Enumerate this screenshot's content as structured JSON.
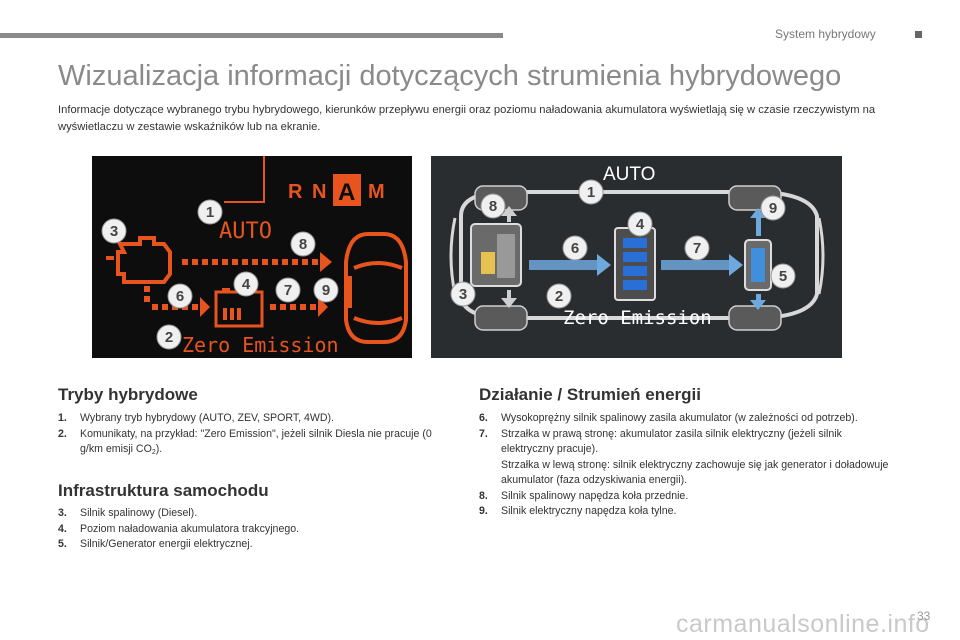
{
  "header": {
    "section_label": "System hybrydowy"
  },
  "page": {
    "title": "Wizualizacja informacji dotyczących strumienia hybrydowego",
    "intro": "Informacje dotyczące wybranego trybu hybrydowego, kierunków przepływu energii oraz poziomu naładowania akumulatora wyświetlają się w czasie rzeczywistym na wyświetlaczu w zestawie wskaźników lub na ekranie.",
    "page_number": "33"
  },
  "display_left": {
    "gears": [
      "R",
      "N",
      "A",
      "M"
    ],
    "mode": "AUTO",
    "message": "Zero Emission",
    "markers": [
      "1",
      "2",
      "3",
      "4",
      "6",
      "7",
      "8",
      "9"
    ]
  },
  "display_right": {
    "mode": "AUTO",
    "message": "Zero Emission",
    "markers": [
      "1",
      "2",
      "3",
      "4",
      "5",
      "6",
      "7",
      "8",
      "9"
    ]
  },
  "sections": {
    "modes": {
      "heading": "Tryby hybrydowe",
      "items": [
        {
          "num": "1.",
          "text": "Wybrany tryb hybrydowy (AUTO, ZEV, SPORT, 4WD)."
        },
        {
          "num": "2.",
          "text": "Komunikaty, na przykład: \"Zero Emission\", jeżeli silnik Diesla nie pracuje (0 g/km emisji CO",
          "sub": "2",
          "tail": ")."
        }
      ]
    },
    "infrastructure": {
      "heading": "Infrastruktura samochodu",
      "items": [
        {
          "num": "3.",
          "text": "Silnik spalinowy (Diesel)."
        },
        {
          "num": "4.",
          "text": "Poziom naładowania akumulatora trakcyjnego."
        },
        {
          "num": "5.",
          "text": "Silnik/Generator energii elektrycznej."
        }
      ]
    },
    "energy": {
      "heading": "Działanie / Strumień energii",
      "items": [
        {
          "num": "6.",
          "text": "Wysokoprężny silnik spalinowy zasila akumulator (w zależności od potrzeb)."
        },
        {
          "num": "7.",
          "text": "Strzałka w prawą stronę: akumulator zasila silnik elektryczny (jeżeli silnik elektryczny pracuje).",
          "extra": "Strzałka w lewą stronę: silnik elektryczny zachowuje się jak generator i doładowuje akumulator (faza odzyskiwania energii)."
        },
        {
          "num": "8.",
          "text": "Silnik spalinowy napędza koła przednie."
        },
        {
          "num": "9.",
          "text": "Silnik elektryczny napędza koła tylne."
        }
      ]
    }
  },
  "footer": {
    "watermark": "carmanualsonline.info"
  },
  "colors": {
    "display_orange": "#e8541e",
    "display_blue": "#6fa8dc",
    "title_gray": "#8a8a8a"
  }
}
